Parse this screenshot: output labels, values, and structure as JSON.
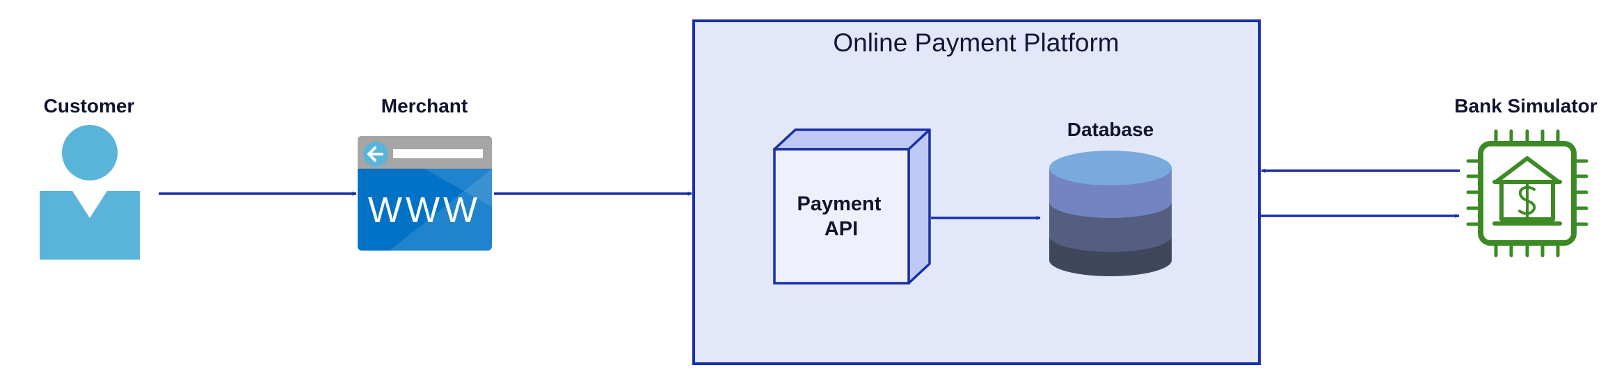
{
  "diagram": {
    "platform": {
      "title": "Online Payment Platform"
    },
    "nodes": {
      "customer": {
        "label": "Customer",
        "icon": "person-icon"
      },
      "merchant": {
        "label": "Merchant",
        "icon": "web-browser-icon",
        "badge_text": "WWW"
      },
      "payment_api": {
        "label_line1": "Payment",
        "label_line2": "API",
        "icon": "3d-box"
      },
      "database": {
        "label": "Database",
        "icon": "database-cylinder-icon"
      },
      "bank": {
        "label": "Bank Simulator",
        "icon": "bank-chip-icon"
      }
    },
    "edges": [
      {
        "from": "customer",
        "to": "merchant"
      },
      {
        "from": "merchant",
        "to": "platform"
      },
      {
        "from": "payment_api",
        "to": "database"
      },
      {
        "from": "bank",
        "to": "platform"
      },
      {
        "from": "platform",
        "to": "bank"
      }
    ],
    "colors": {
      "line": "#1a2fa8",
      "platform_fill": "#e2e8f9",
      "customer": "#5ab4d9",
      "merchant_blue": "#0272c6",
      "merchant_grey": "#a6a6a6",
      "bank_green": "#3d8a25",
      "db_top": "#7aa9dd",
      "db_mid1": "#7484c1",
      "db_mid2": "#545e80",
      "db_bottom": "#3e475b"
    }
  }
}
